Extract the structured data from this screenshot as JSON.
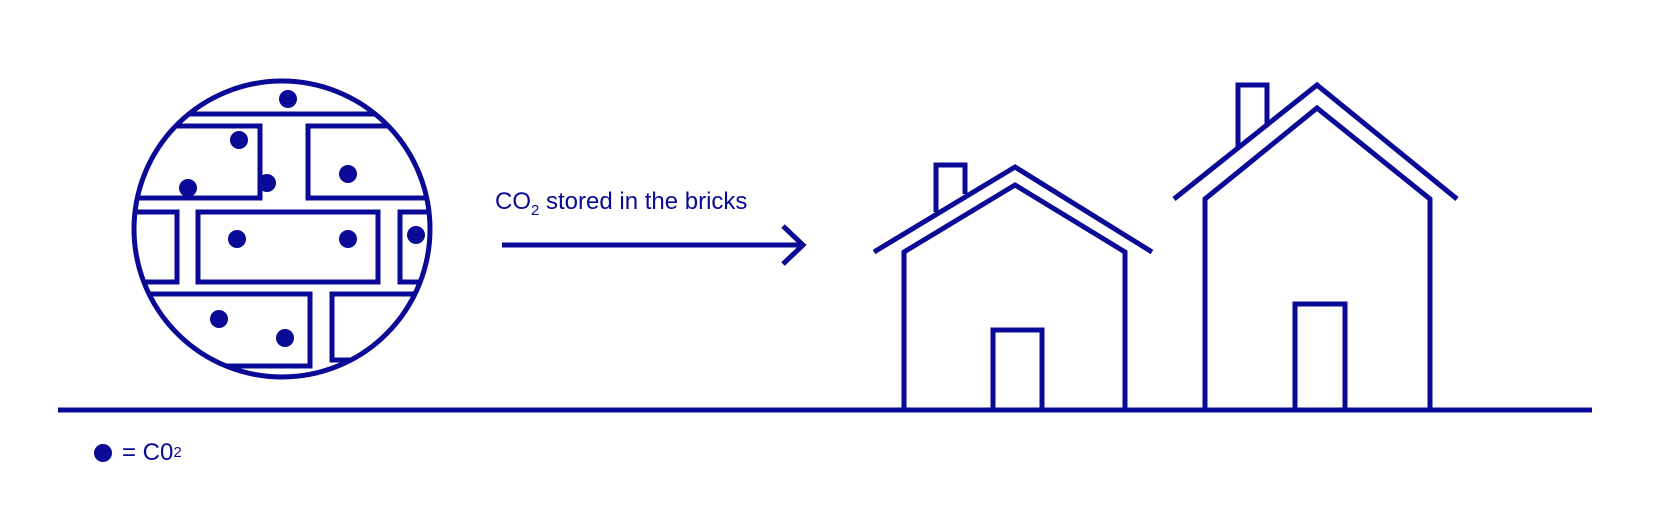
{
  "caption": {
    "text_main": "CO",
    "text_sub": "2",
    "text_rest": " stored in the bricks"
  },
  "legend": {
    "equals": "= C0",
    "sub": "2"
  },
  "colors": {
    "primary": "#0a0a96",
    "background": "#ffffff"
  },
  "icons": [
    "brick-circle-icon",
    "arrow-right-icon",
    "small-house-icon",
    "large-house-icon",
    "co2-dot-icon"
  ]
}
